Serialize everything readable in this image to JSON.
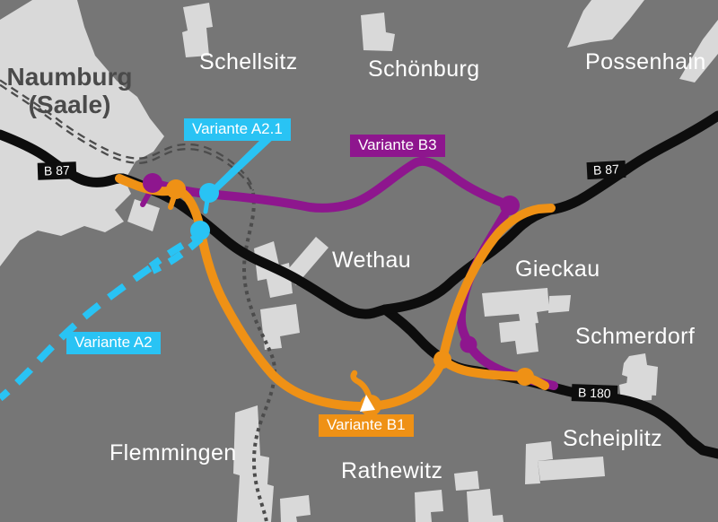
{
  "map": {
    "places": {
      "naumburg": {
        "line1": "Naumburg",
        "line2": "(Saale)"
      },
      "schellsitz": "Schellsitz",
      "schoenburg": "Schönburg",
      "possenhain": "Possenhain",
      "wethau": "Wethau",
      "gieckau": "Gieckau",
      "schmerdorf": "Schmerdorf",
      "scheiplitz": "Scheiplitz",
      "rathewitz": "Rathewitz",
      "flemmingen": "Flemmingen"
    },
    "road_shields": {
      "b87_west": "B 87",
      "b87_east": "B 87",
      "b180": "B 180"
    },
    "variants": {
      "a2": {
        "label": "Variante A2",
        "color": "#29c3f4",
        "line_style": "dashed"
      },
      "a2_1": {
        "label": "Variante A2.1",
        "color": "#29c3f4",
        "line_style": "solid"
      },
      "b1": {
        "label": "Variante B1",
        "color": "#ef9115",
        "line_style": "solid"
      },
      "b3": {
        "label": "Variante B3",
        "color": "#8e168e",
        "line_style": "solid"
      }
    },
    "colors": {
      "background": "#767676",
      "settlement": "#d9d9d9",
      "road": "#0d0d0d",
      "railway": "#4c4c4c"
    }
  }
}
